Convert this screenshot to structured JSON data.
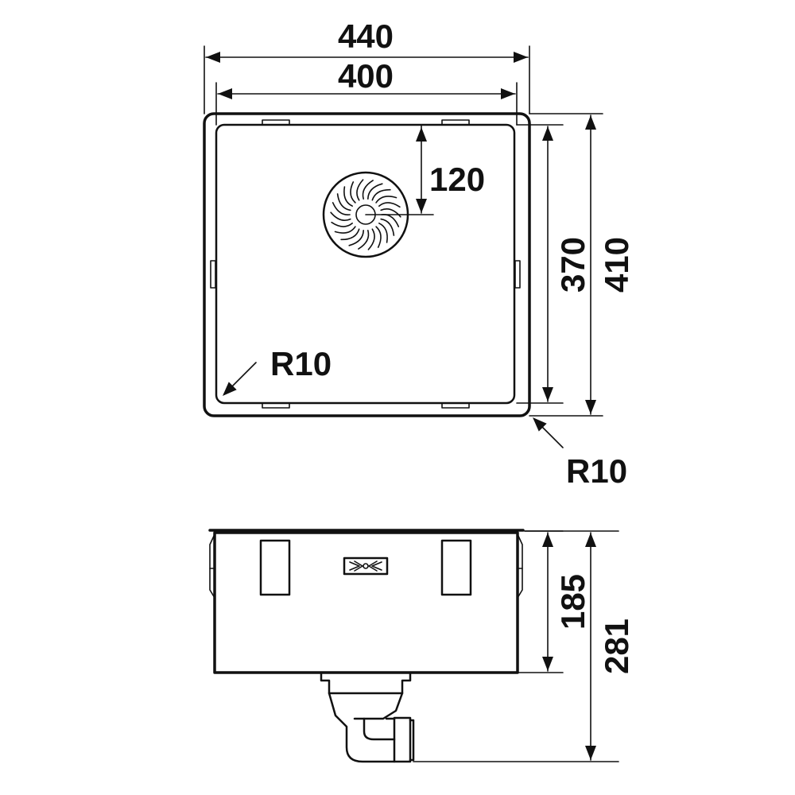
{
  "drawing": {
    "top_view": {
      "overall_width": "440",
      "inner_width": "400",
      "inner_depth": "370",
      "overall_depth": "410",
      "drain_offset": "120",
      "inner_corner_radius": "R10",
      "outer_corner_radius": "R10"
    },
    "side_view": {
      "bowl_depth": "185",
      "overall_height": "281"
    }
  }
}
